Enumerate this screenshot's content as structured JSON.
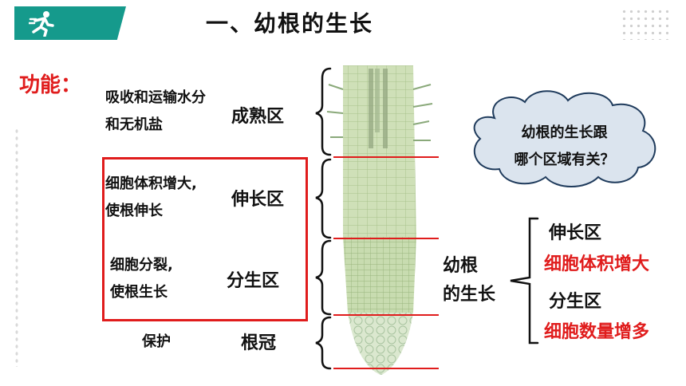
{
  "header": {
    "title": "一、幼根的生长"
  },
  "functions_label": "功能：",
  "zones": [
    {
      "name": "成熟区",
      "function_line1": "吸收和运输水分",
      "function_line2": "和无机盐"
    },
    {
      "name": "伸长区",
      "function_line1": "细胞体积增大,",
      "function_line2": "使根伸长"
    },
    {
      "name": "分生区",
      "function_line1": "细胞分裂,",
      "function_line2": "使根生长"
    },
    {
      "name": "根冠",
      "function_line1": "保护",
      "function_line2": ""
    }
  ],
  "question": {
    "line1": "幼根的生长跟",
    "line2": "哪个区域有关？"
  },
  "growth": {
    "line1": "幼根",
    "line2": "的生长"
  },
  "summary": [
    {
      "zone": "伸长区",
      "effect": "细胞体积增大"
    },
    {
      "zone": "分生区",
      "effect": "细胞数量增多"
    }
  ],
  "colors": {
    "accent": "#e01c1c",
    "badge": "#159a8c"
  },
  "icons": {
    "badge": "running-person-icon"
  }
}
